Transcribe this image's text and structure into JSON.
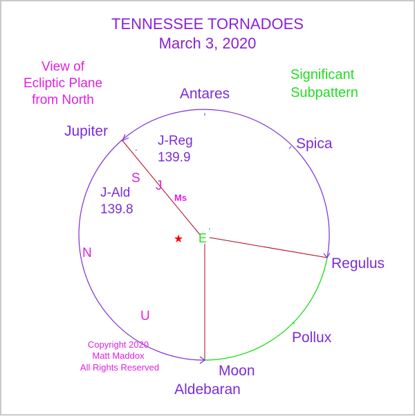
{
  "title": "TENNESSEE TORNADOES",
  "date": "March 3, 2020",
  "view_note": [
    "View of",
    "Ecliptic Plane",
    "from North"
  ],
  "pattern_note": [
    "Significant",
    "Subpattern"
  ],
  "copyright": [
    "Copyright 2020",
    "Matt Maddox",
    "All Rights Reserved"
  ],
  "stars": {
    "antares": "Antares",
    "spica": "Spica",
    "regulus": "Regulus",
    "pollux": "Pollux",
    "aldebaran": "Aldebaran",
    "jupiter": "Jupiter",
    "moon": "Moon"
  },
  "measurements": {
    "j_reg_label": "J-Reg",
    "j_reg_value": "139.9",
    "j_ald_label": "J-Ald",
    "j_ald_value": "139.8"
  },
  "markers": {
    "saturn": "S",
    "jupiter_body": "J",
    "mars": "Ms",
    "earth": "E",
    "neptune": "N",
    "uranus": "U",
    "sun": "★"
  },
  "colors": {
    "title": "#8a1fd6",
    "magenta": "#e020e0",
    "green": "#22dd22",
    "purple_circle": "#7b2cd6",
    "red_line": "#b3001b",
    "sun": "#ff0000"
  }
}
